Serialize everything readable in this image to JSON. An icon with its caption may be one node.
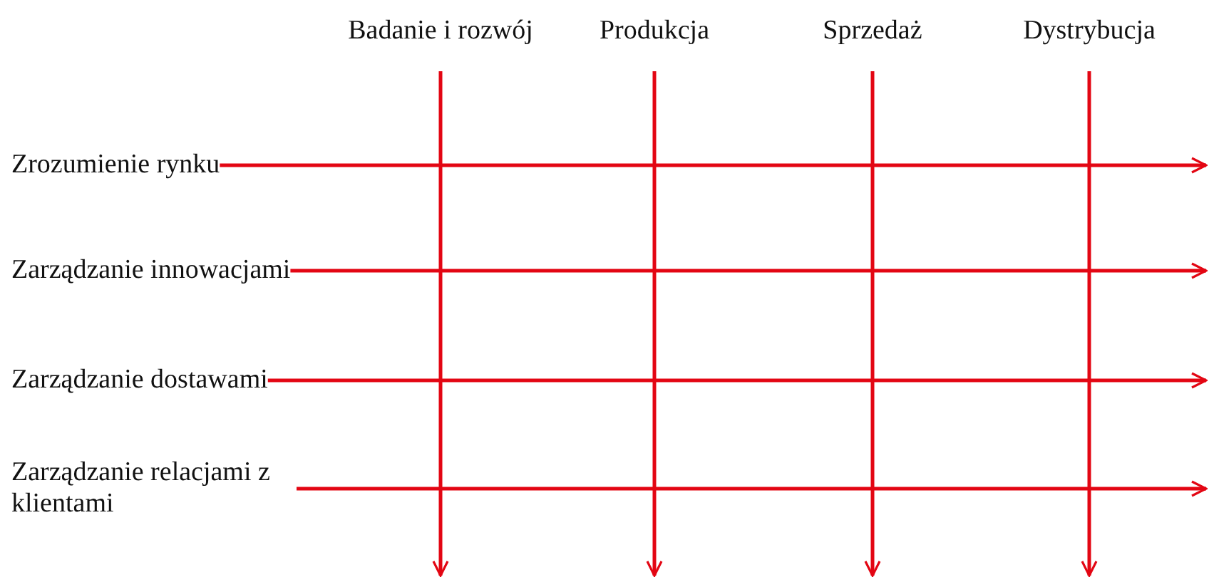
{
  "diagram": {
    "nodes": [
      {
        "text": [
          "Badanie i rozwój"
        ]
      },
      {
        "text": [
          "Produkcja"
        ]
      },
      {
        "text": [
          "Sprzedaż"
        ]
      },
      {
        "text": [
          "Dystrybucja"
        ]
      },
      {
        "text": [
          "Zrozumienie rynku"
        ]
      },
      {
        "text": [
          "Zarządzanie innowacjami"
        ]
      },
      {
        "text": [
          "Zarządzanie dostawami"
        ]
      },
      {
        "text": [
          "Zarządzanie relacjami z klientami"
        ]
      }
    ],
    "edges": [
      {
        "from": 0,
        "to": null,
        "arrow": "to"
      },
      {
        "from": 1,
        "to": null,
        "arrow": "to"
      },
      {
        "from": 2,
        "to": null,
        "arrow": "to"
      },
      {
        "from": 3,
        "to": null,
        "arrow": "to"
      },
      {
        "from": 4,
        "to": null,
        "arrow": "to"
      },
      {
        "from": 5,
        "to": null,
        "arrow": "to"
      },
      {
        "from": 6,
        "to": null,
        "arrow": "to"
      },
      {
        "from": 7,
        "to": null,
        "arrow": "to"
      }
    ]
  }
}
